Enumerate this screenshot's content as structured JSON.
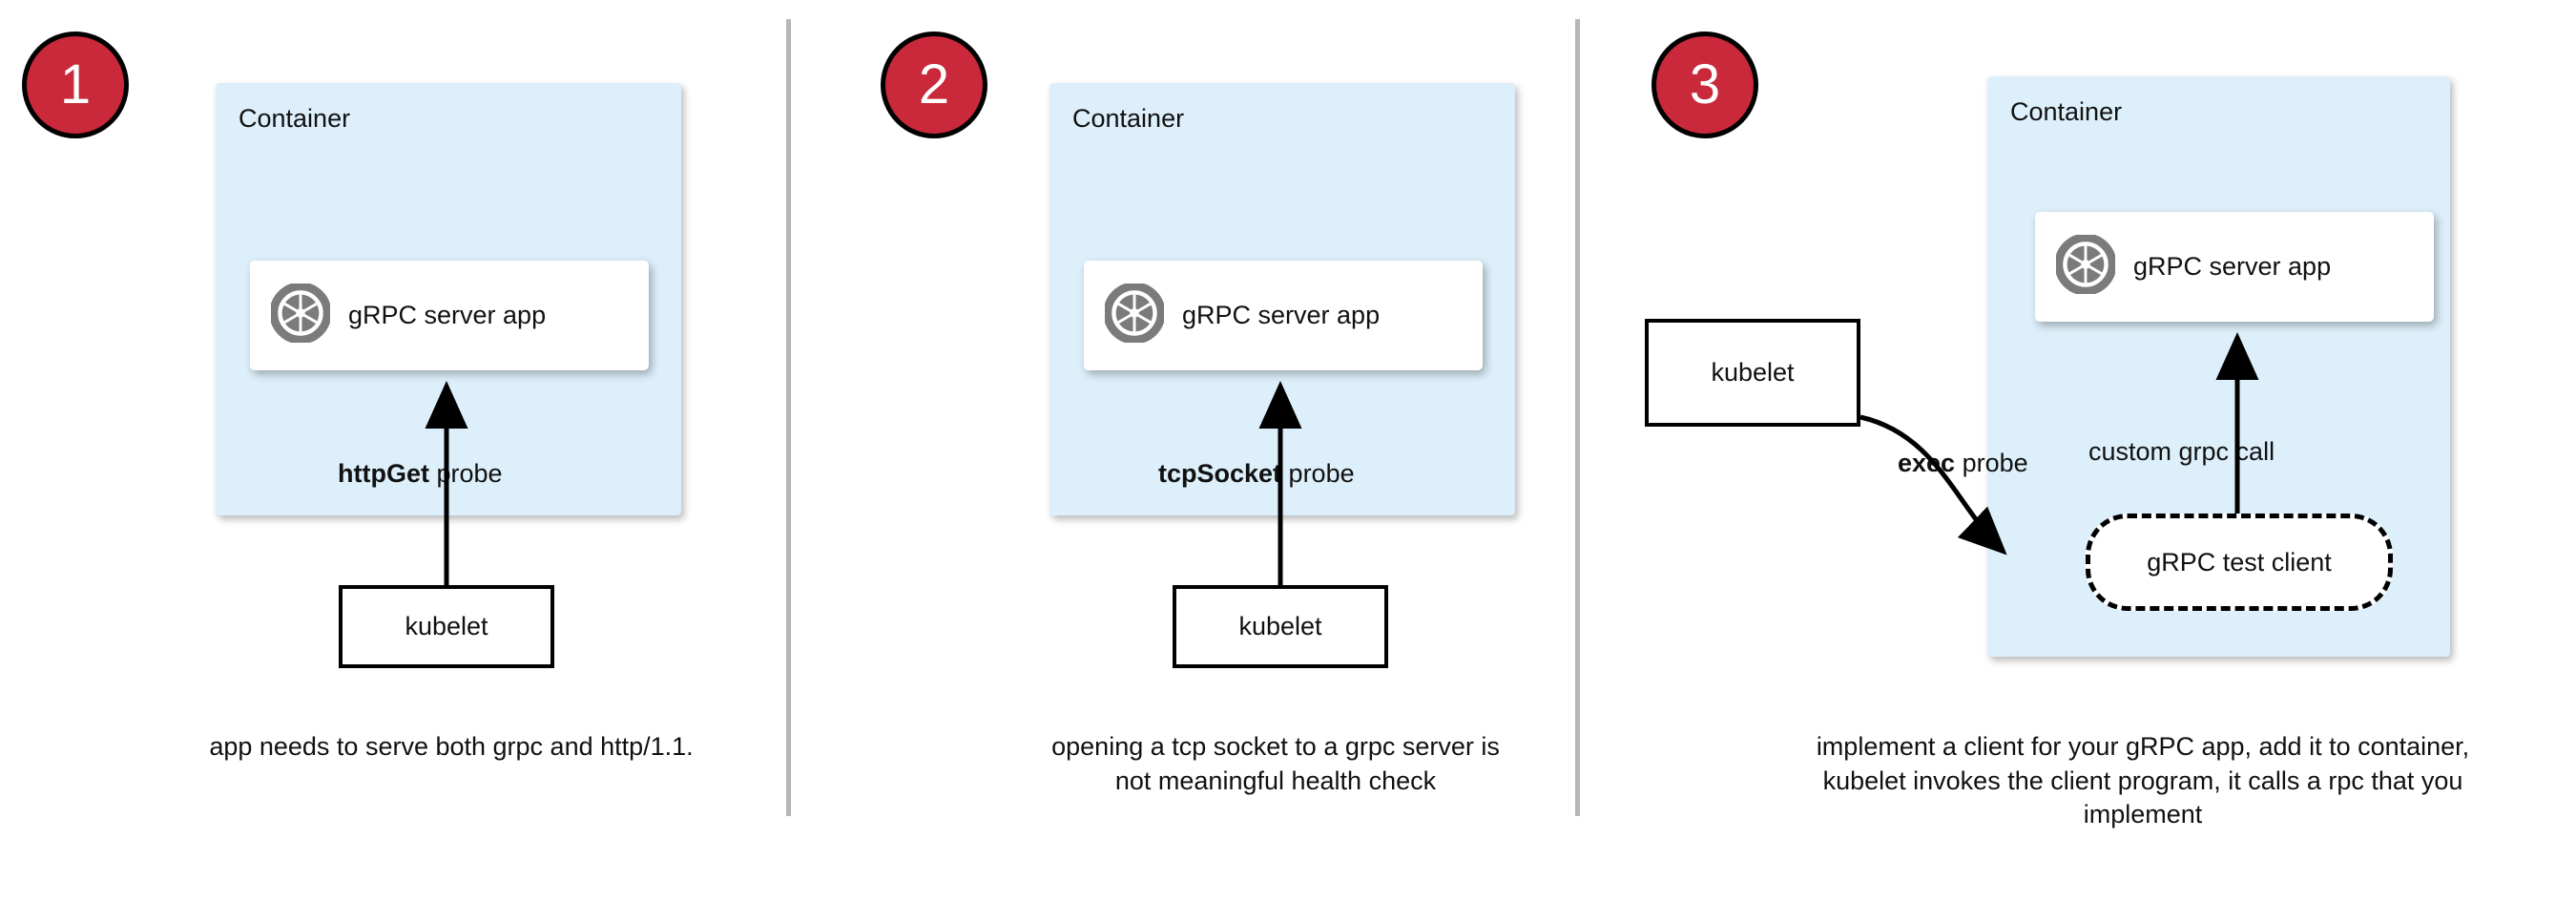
{
  "diagram": {
    "title": "Kubernetes gRPC health probe approaches",
    "colors": {
      "badge_fill": "#c9293a",
      "badge_border": "#000000",
      "badge_text": "#ffffff",
      "container_fill": "#ddeffa",
      "separator": "#b6b6b6",
      "icon_gray": "#7b7b7b",
      "stroke": "#000000",
      "text": "#111111"
    },
    "panels": [
      {
        "number": "1",
        "container_label": "Container",
        "app_label": "gRPC server app",
        "app_icon": "grpc-aperture-icon",
        "probe_label_bold": "httpGet",
        "probe_label_rest": " probe",
        "kubelet_label": "kubelet",
        "caption": "app needs to serve both grpc and http/1.1."
      },
      {
        "number": "2",
        "container_label": "Container",
        "app_label": "gRPC server app",
        "app_icon": "grpc-aperture-icon",
        "probe_label_bold": "tcpSocket",
        "probe_label_rest": " probe",
        "kubelet_label": "kubelet",
        "caption": "opening a tcp socket to a grpc server is not meaningful health check"
      },
      {
        "number": "3",
        "container_label": "Container",
        "app_label": "gRPC server app",
        "app_icon": "grpc-aperture-icon",
        "probe_label_bold": "exec",
        "probe_label_rest": " probe",
        "kubelet_label": "kubelet",
        "call_label": "custom grpc call",
        "test_client_label": "gRPC test client",
        "caption": "implement a client for your gRPC app, add it to container, kubelet invokes the client program, it calls a rpc that you implement"
      }
    ]
  }
}
